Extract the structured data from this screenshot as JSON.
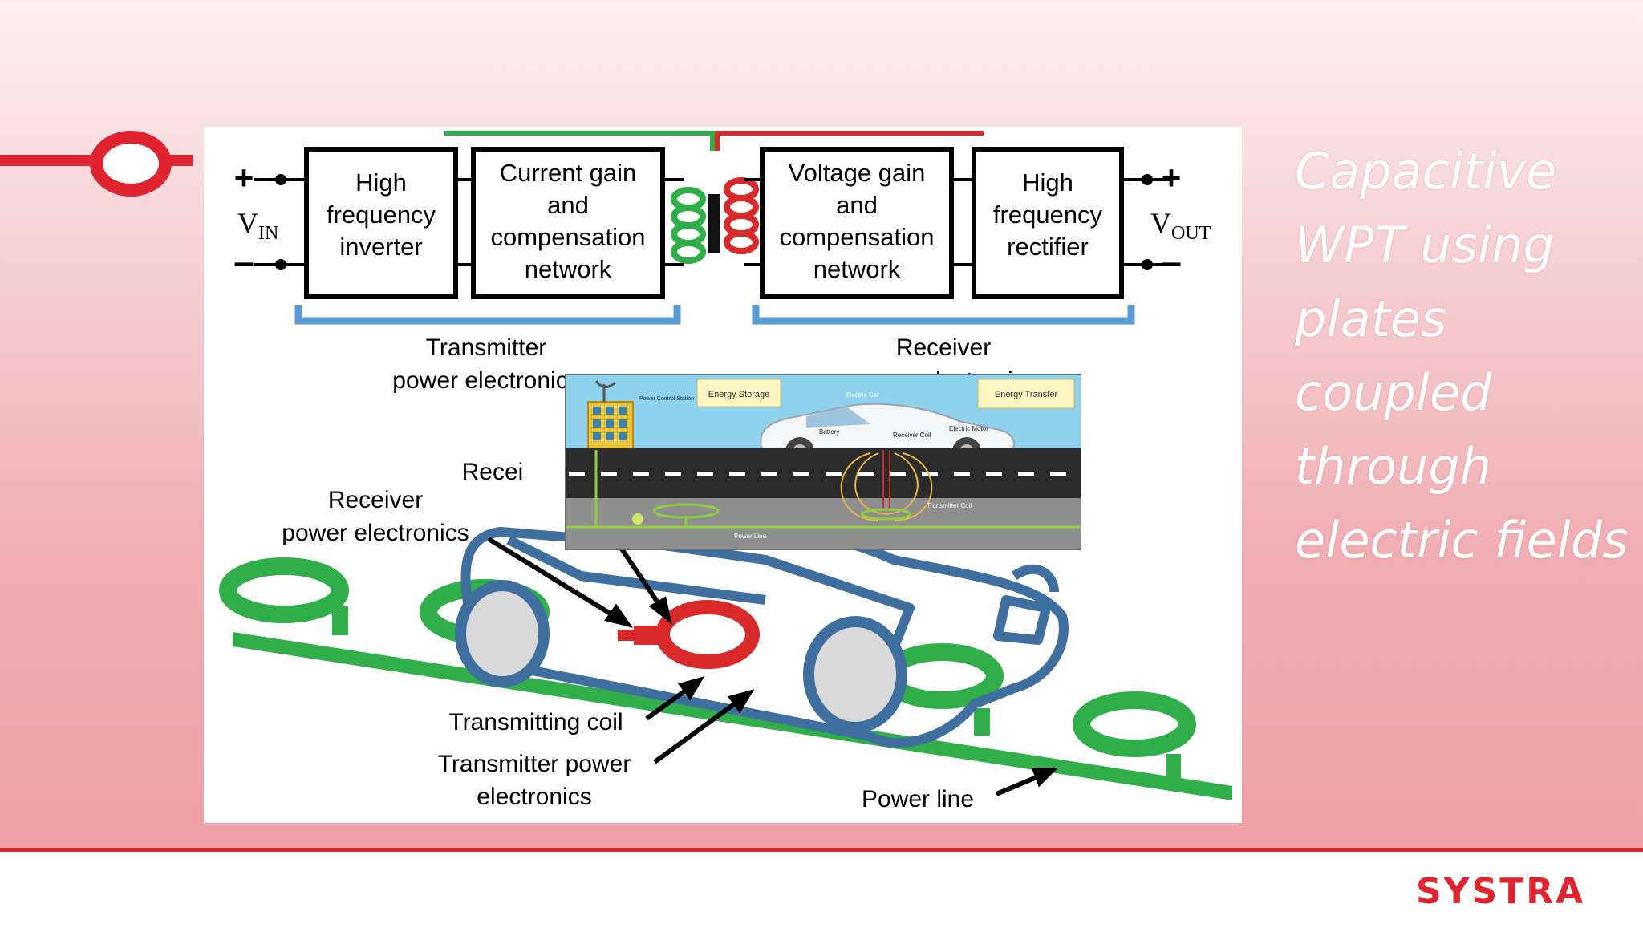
{
  "slide": {
    "caption": "Capacitive WPT using plates coupled through electric fields",
    "brand": "SYSTRA",
    "colors": {
      "accent": "#e0242f",
      "coil_green": "#2fae49",
      "coil_red": "#d82a2a",
      "bracket_blue": "#5b9bd5",
      "car_blue": "#3f6f9f"
    }
  },
  "diagram": {
    "vin_main": "V",
    "vin_sub": "IN",
    "vout_main": "V",
    "vout_sub": "OUT",
    "blocks": [
      {
        "lines": [
          "High",
          "frequency",
          "inverter"
        ]
      },
      {
        "lines": [
          "Current gain",
          "and",
          "compensation",
          "network"
        ]
      },
      {
        "lines": [
          "Voltage gain",
          "and",
          "compensation",
          "network"
        ]
      },
      {
        "lines": [
          "High",
          "frequency",
          "rectifier"
        ]
      }
    ],
    "transmitter_label": [
      "Transmitter",
      "power electronics"
    ],
    "receiver_label": [
      "Receiver",
      "power electronics"
    ],
    "lower": {
      "receiver_partial": "Recei",
      "receiver_pe": [
        "Receiver",
        "power electronics"
      ],
      "transmitting_coil": "Transmitting coil",
      "transmitter_pe": [
        "Transmitter power",
        "electronics"
      ],
      "power_line": "Power line"
    }
  },
  "inset": {
    "energy_storage": "Energy Storage",
    "energy_transfer": "Energy Transfer",
    "station": "Power Control Station",
    "electric_car": "Electric Car",
    "battery": "Battery",
    "receiver_coil": "Receiver Coil",
    "electric_motor": "Electric Motor",
    "transmitter_coil": "Transmitter Coil",
    "power_line": "Power Line"
  }
}
